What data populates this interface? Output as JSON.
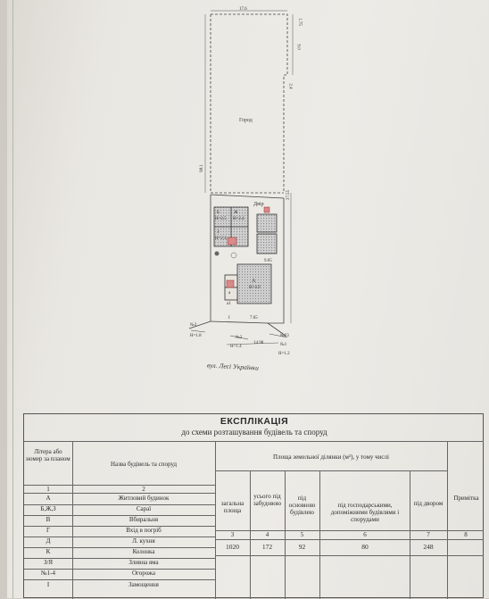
{
  "plan": {
    "garden_label": "Город",
    "yard_label": "Двір",
    "street_label": "вул. Лесі Українки",
    "dims": {
      "top": "17.6",
      "right_top": "1.75",
      "right_mid": "9.0",
      "right_small": "2.4",
      "right_long": "37.55",
      "left_long": "98.1",
      "bottom": "14.98",
      "yard_w": "7.65",
      "house_w": "9.05"
    },
    "buildings": [
      {
        "code": "Б",
        "note": "Н=2.5"
      },
      {
        "code": "Ж",
        "note": "Н=2.4"
      },
      {
        "code": "З",
        "note": "Н=2.4"
      },
      {
        "code": "А",
        "note": "Н=4.9"
      },
      {
        "code": "а"
      },
      {
        "code": "а1"
      }
    ],
    "markers": [
      {
        "code": "№3",
        "note": "Н=1.8"
      },
      {
        "code": "№2",
        "note": "Н=1.4"
      },
      {
        "code": "№1",
        "note": "Н=1.2"
      },
      {
        "code": "№23"
      },
      {
        "code": "I"
      }
    ]
  },
  "table": {
    "title": "ЕКСПЛІКАЦІЯ",
    "subtitle": "до схеми розташування будівель та споруд",
    "col1_header": "Літера або номер за планом",
    "col2_header": "Назва будівель та споруд",
    "area_header": "Площа земельної ділянки (м²), у тому числі",
    "sub_headers": [
      "загальна площа",
      "усього під забудовою",
      "під основною будівлею",
      "під господарськими, допоміжними будівлями і спорудами",
      "під двором"
    ],
    "note_header": "Примітка",
    "col_numbers": [
      "1",
      "2",
      "3",
      "4",
      "5",
      "6",
      "7",
      "8"
    ],
    "rows": [
      {
        "letter": "А",
        "name": "Житловий будинок"
      },
      {
        "letter": "Б,Ж,З",
        "name": "Сараї"
      },
      {
        "letter": "В",
        "name": "Вбиральня"
      },
      {
        "letter": "Г",
        "name": "Вхід в погріб"
      },
      {
        "letter": "Д",
        "name": "Л. кухня"
      },
      {
        "letter": "К",
        "name": "Колонка"
      },
      {
        "letter": "З/Я",
        "name": "Зливна яма"
      },
      {
        "letter": "№1-4",
        "name": "Огорожа"
      },
      {
        "letter": "І",
        "name": "Замощення"
      }
    ],
    "values": [
      "1020",
      "172",
      "92",
      "80",
      "248"
    ]
  }
}
